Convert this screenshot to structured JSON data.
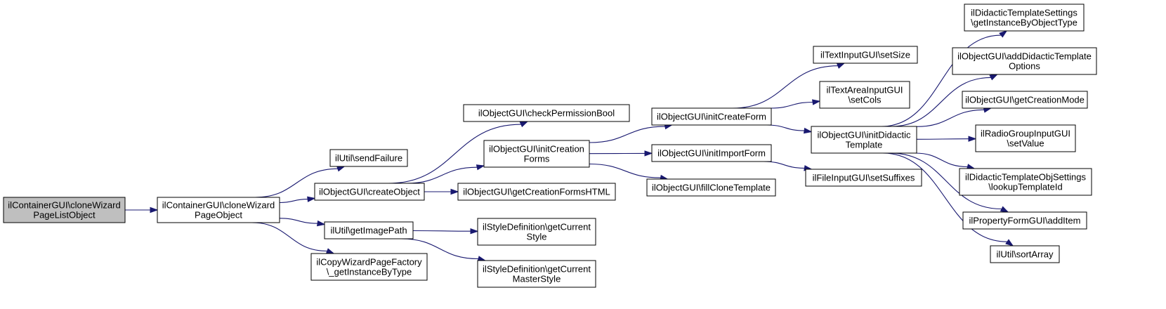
{
  "colors": {
    "edge": "#191970",
    "node_fill": "#ffffff",
    "root_fill": "#bfbfbf",
    "node_border": "#000000"
  },
  "nodes": [
    {
      "id": "n0",
      "lines": [
        "ilContainerGUI\\cloneWizard",
        "PageListObject"
      ],
      "root": true
    },
    {
      "id": "n1",
      "lines": [
        "ilContainerGUI\\cloneWizard",
        "PageObject"
      ]
    },
    {
      "id": "n2",
      "lines": [
        "ilUtil\\sendFailure"
      ]
    },
    {
      "id": "n3",
      "lines": [
        "ilObjectGUI\\createObject"
      ]
    },
    {
      "id": "n4",
      "lines": [
        "ilUtil\\getImagePath"
      ]
    },
    {
      "id": "n5",
      "lines": [
        "ilCopyWizardPageFactory",
        "\\_getInstanceByType"
      ]
    },
    {
      "id": "n6",
      "lines": [
        "ilObjectGUI\\checkPermissionBool"
      ]
    },
    {
      "id": "n7",
      "lines": [
        "ilObjectGUI\\initCreation",
        "Forms"
      ]
    },
    {
      "id": "n8",
      "lines": [
        "ilObjectGUI\\getCreationFormsHTML"
      ]
    },
    {
      "id": "n9",
      "lines": [
        "ilStyleDefinition\\getCurrent",
        "Style"
      ]
    },
    {
      "id": "n10",
      "lines": [
        "ilStyleDefinition\\getCurrent",
        "MasterStyle"
      ]
    },
    {
      "id": "n11",
      "lines": [
        "ilObjectGUI\\initCreateForm"
      ]
    },
    {
      "id": "n12",
      "lines": [
        "ilObjectGUI\\initImportForm"
      ]
    },
    {
      "id": "n13",
      "lines": [
        "ilObjectGUI\\fillCloneTemplate"
      ]
    },
    {
      "id": "n14",
      "lines": [
        "ilTextInputGUI\\setSize"
      ]
    },
    {
      "id": "n15",
      "lines": [
        "ilTextAreaInputGUI",
        "\\setCols"
      ]
    },
    {
      "id": "n16",
      "lines": [
        "ilObjectGUI\\initDidactic",
        "Template"
      ]
    },
    {
      "id": "n17",
      "lines": [
        "ilFileInputGUI\\setSuffixes"
      ]
    },
    {
      "id": "n18",
      "lines": [
        "ilDidacticTemplateSettings",
        "\\getInstanceByObjectType"
      ]
    },
    {
      "id": "n19",
      "lines": [
        "ilObjectGUI\\addDidacticTemplate",
        "Options"
      ]
    },
    {
      "id": "n20",
      "lines": [
        "ilObjectGUI\\getCreationMode"
      ]
    },
    {
      "id": "n21",
      "lines": [
        "ilRadioGroupInputGUI",
        "\\setValue"
      ]
    },
    {
      "id": "n22",
      "lines": [
        "ilDidacticTemplateObjSettings",
        "\\lookupTemplateId"
      ]
    },
    {
      "id": "n23",
      "lines": [
        "ilPropertyFormGUI\\addItem"
      ]
    },
    {
      "id": "n24",
      "lines": [
        "ilUtil\\sortArray"
      ]
    }
  ],
  "edges": [
    [
      "n0",
      "n1"
    ],
    [
      "n1",
      "n2"
    ],
    [
      "n1",
      "n3"
    ],
    [
      "n1",
      "n4"
    ],
    [
      "n1",
      "n5"
    ],
    [
      "n3",
      "n6"
    ],
    [
      "n3",
      "n7"
    ],
    [
      "n3",
      "n8"
    ],
    [
      "n4",
      "n9"
    ],
    [
      "n4",
      "n10"
    ],
    [
      "n7",
      "n11"
    ],
    [
      "n7",
      "n12"
    ],
    [
      "n7",
      "n13"
    ],
    [
      "n11",
      "n14"
    ],
    [
      "n11",
      "n15"
    ],
    [
      "n11",
      "n16"
    ],
    [
      "n12",
      "n17"
    ],
    [
      "n16",
      "n18"
    ],
    [
      "n16",
      "n19"
    ],
    [
      "n16",
      "n20"
    ],
    [
      "n16",
      "n21"
    ],
    [
      "n16",
      "n22"
    ],
    [
      "n16",
      "n23"
    ],
    [
      "n16",
      "n24"
    ]
  ]
}
